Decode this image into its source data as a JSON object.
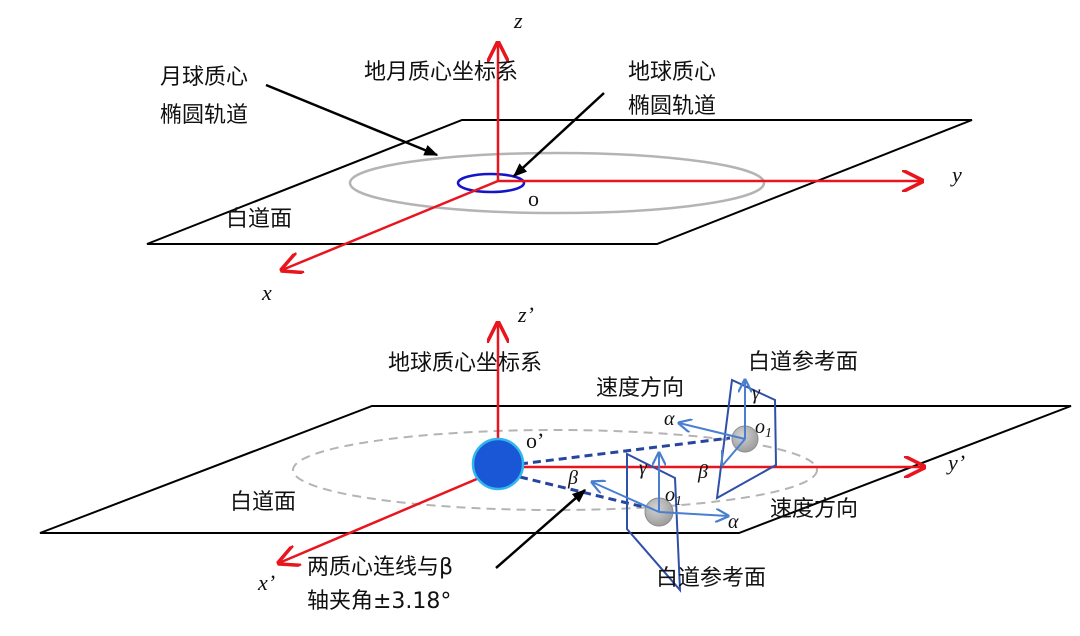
{
  "top": {
    "system_label": "地月质心坐标系",
    "moon_orbit_label_line1": "月球质心",
    "moon_orbit_label_line2": "椭圆轨道",
    "earth_orbit_label_line1": "地球质心",
    "earth_orbit_label_line2": "椭圆轨道",
    "plane_label": "白道面",
    "axis_x": "x",
    "axis_y": "y",
    "axis_z": "z",
    "origin": "o"
  },
  "bottom": {
    "system_label": "地球质心坐标系",
    "plane_label": "白道面",
    "axis_x": "x’",
    "axis_y": "y’",
    "axis_z": "z’",
    "origin": "o’",
    "ref_plane_upper_label": "白道参考面",
    "ref_plane_lower_label": "白道参考面",
    "velocity_upper_label": "速度方向",
    "velocity_lower_label": "速度方向",
    "angle_note_line1": "两质心连线与β",
    "angle_note_line2": "轴夹角±3.18°",
    "body_label_o": "o",
    "body_label_sub": "1",
    "alpha": "α",
    "beta": "β",
    "gamma": "γ"
  },
  "colors": {
    "axis": "#e8141e",
    "plane_outline": "#000000",
    "moon_orbit": "#b4b4b4",
    "earth_orbit": "#1515c8",
    "earth_fill": "#1a57d6",
    "earth_rim": "#31b6ee",
    "moon_fill": "#a9a9a9",
    "vector": "#4a7fd0",
    "dashed_link": "#27459e",
    "ref_plane": "#2f4fa8"
  }
}
